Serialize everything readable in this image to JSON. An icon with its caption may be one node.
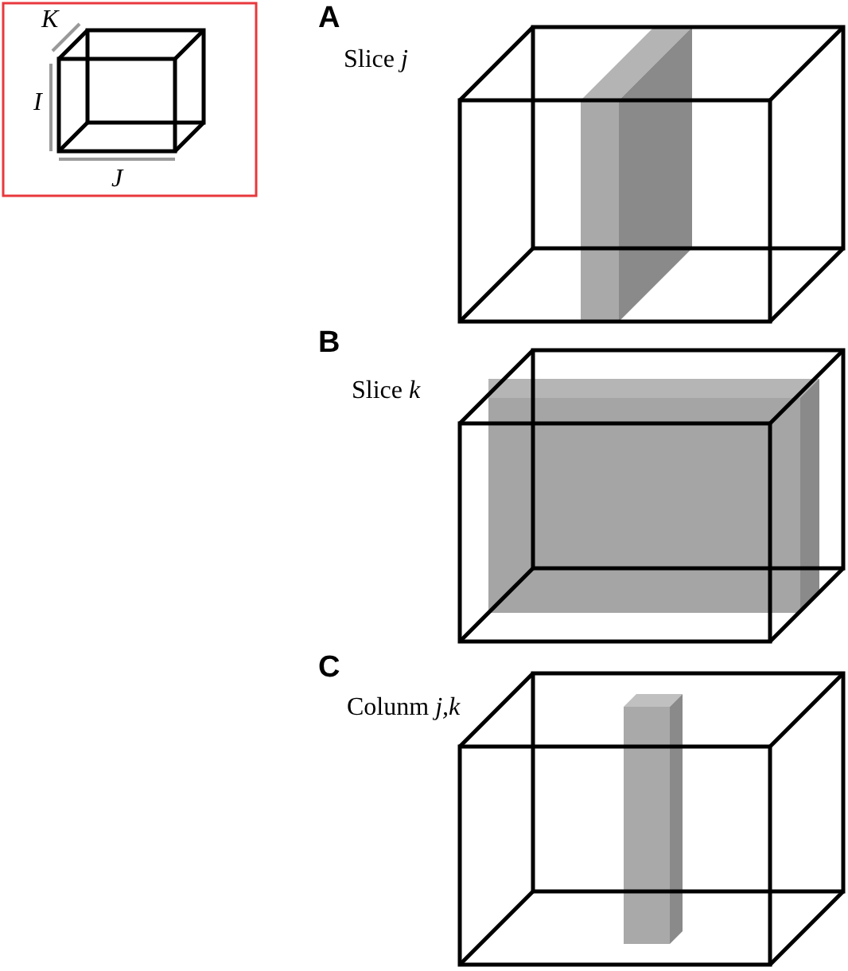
{
  "diagram": {
    "labels": [
      "K",
      "I",
      "J",
      "A",
      "Slice *j*",
      "B",
      "Slice *k*",
      "C",
      "Colunm *j,k*"
    ]
  }
}
